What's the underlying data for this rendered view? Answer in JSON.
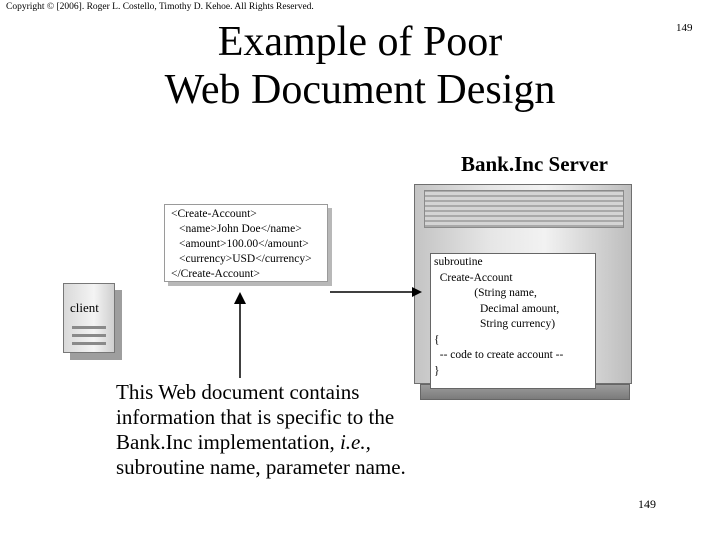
{
  "slide": {
    "copyright": "Copyright © [2006]. Roger L. Costello, Timothy D. Kehoe. All Rights Reserved.",
    "page_number_top": "149",
    "page_number_bottom": "149",
    "title_line1": "Example of Poor",
    "title_line2": "Web Document Design"
  },
  "diagram": {
    "server_label": "Bank.Inc Server",
    "client_label": "client",
    "xml_lines": [
      "<Create-Account>",
      "<name>John Doe</name>",
      "<amount>100.00</amount>",
      "<currency>USD</currency>",
      "</Create-Account>"
    ],
    "code_lines": [
      "subroutine",
      "  Create-Account",
      "              (String name,",
      "                Decimal amount,",
      "                String currency)",
      "{",
      "  -- code to create account --",
      "}"
    ]
  },
  "note": {
    "text_before": "This Web document contains information that is specific to the Bank.Inc implementation, ",
    "text_italic": "i.e.,",
    "text_after": " subroutine name, parameter name."
  },
  "colors": {
    "background": "#ffffff",
    "text": "#000000",
    "machine_gray": "#d0d0d0"
  }
}
